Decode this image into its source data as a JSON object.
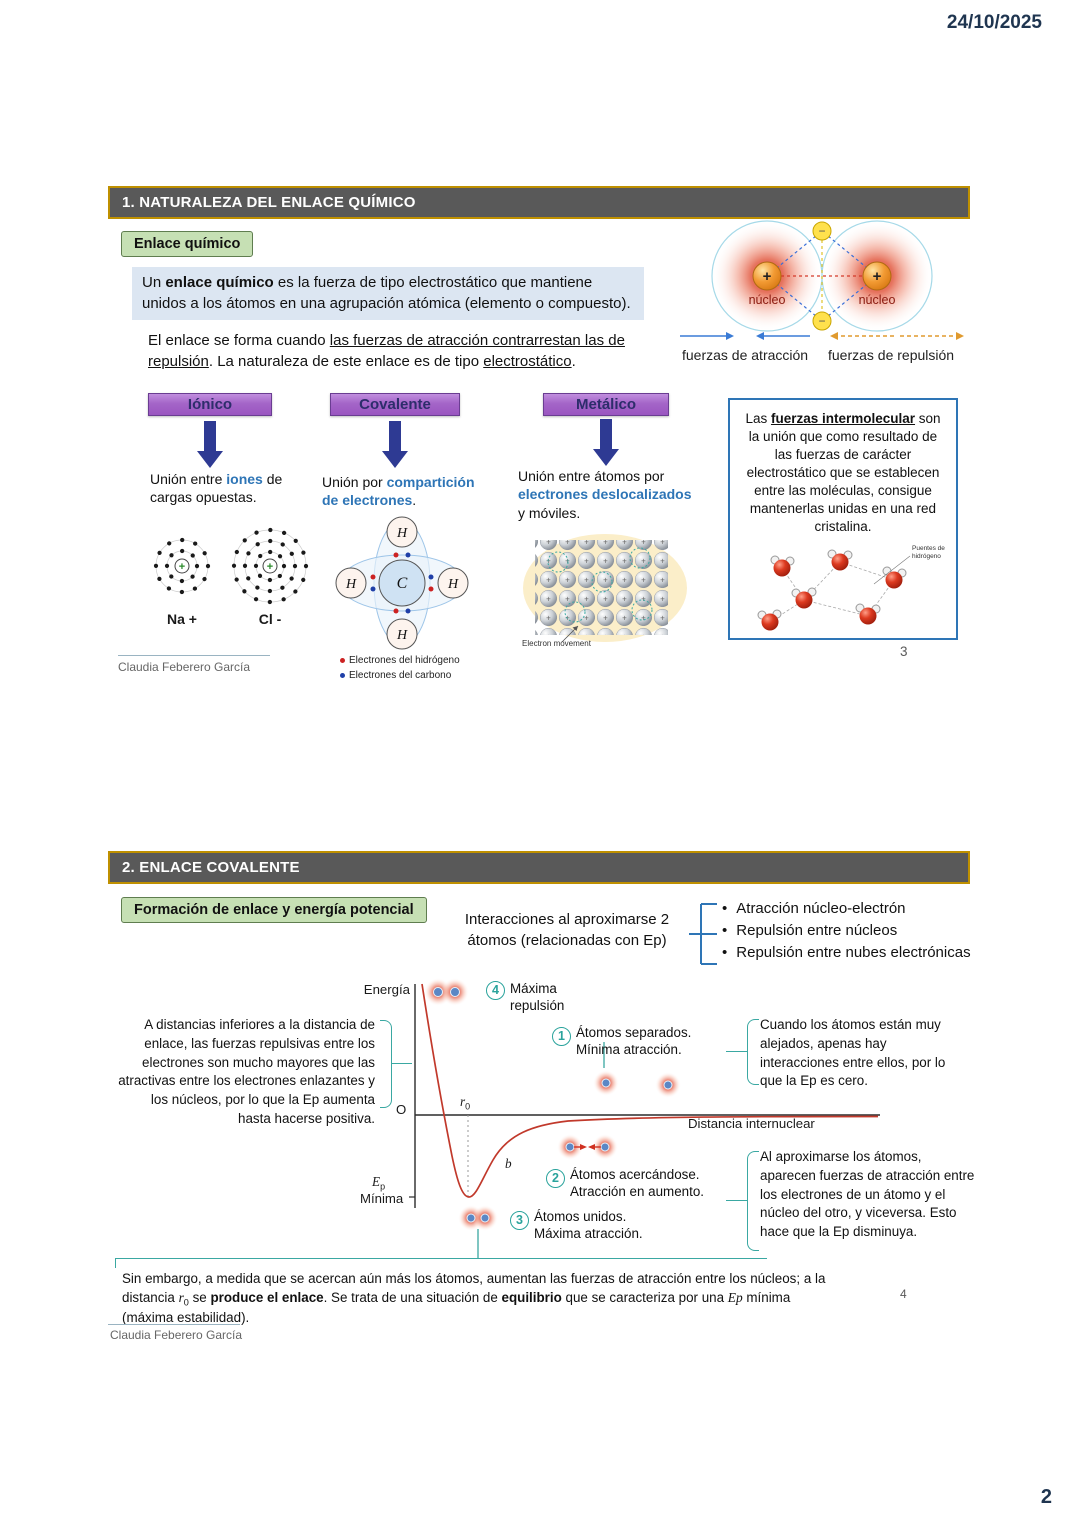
{
  "page": {
    "date": "24/10/2025",
    "page_number": "2"
  },
  "slide1": {
    "header": "1. NATURALEZA DEL ENLACE QUÍMICO",
    "tag": "Enlace químico",
    "slide_number": "3",
    "author": "Claudia Feberero García",
    "definition": {
      "pre": "Un ",
      "bold": "enlace químico",
      "post": " es la fuerza de tipo electrostático que mantiene unidos a los átomos en una agrupación atómica (elemento o compuesto)."
    },
    "formation": {
      "pre": "El enlace se forma cuando ",
      "underlined1": "las fuerzas de atracción contrarrestan las de repulsión",
      "mid": ". La naturaleza de este enlace es de tipo ",
      "underlined2": "electrostático",
      "end": "."
    },
    "nuclei_diagram": {
      "nucleus_left": "núcleo",
      "nucleus_right": "núcleo",
      "plus": "+",
      "minus": "−",
      "attraction_label": "fuerzas de atracción",
      "repulsion_label": "fuerzas de repulsión"
    },
    "bond_types": {
      "ionic": {
        "title": "Iónico",
        "desc_pre": "Unión entre ",
        "desc_highlight": "iones",
        "desc_post": " de cargas opuestas.",
        "label_na": "Na +",
        "label_cl": "Cl -"
      },
      "covalent": {
        "title": "Covalente",
        "desc_pre": "Unión por ",
        "desc_highlight": "compartición de electrones",
        "desc_post": ".",
        "atom_c": "C",
        "atom_h": "H",
        "legend_h": "Electrones del hidrógeno",
        "legend_c": "Electrones del carbono"
      },
      "metallic": {
        "title": "Metálico",
        "desc_pre": "Unión entre átomos por ",
        "desc_highlight": "electrones deslocalizados",
        "desc_post": " y móviles.",
        "electron_label": "Electron movement"
      }
    },
    "intermolecular": {
      "pre": "Las ",
      "bold_underlined": "fuerzas intermolecular",
      "post": " son la unión que como resultado de las fuerzas de carácter electrostático que se establecen entre las moléculas, consigue mantenerlas unidas en una red cristalina.",
      "hydrogen_label_1": "Puentes de",
      "hydrogen_label_2": "hidrógeno"
    }
  },
  "slide2": {
    "header": "2. ENLACE COVALENTE",
    "tag": "Formación de enlace y energía potencial",
    "slide_number": "4",
    "author": "Claudia Feberero García",
    "intro": "Interacciones al aproximarse 2 átomos (relacionadas con Ep)",
    "bullets": [
      "Atracción núcleo-electrón",
      "Repulsión entre núcleos",
      "Repulsión entre nubes electrónicas"
    ],
    "graph": {
      "y_axis_label": "Energía",
      "origin": "O",
      "r_label": "r",
      "r_sub": "0",
      "b_label": "b",
      "ep_label": "E",
      "ep_sub": "p",
      "ep_min": "Mínima",
      "x_axis_label": "Distancia internuclear"
    },
    "annotations": {
      "n4": {
        "num": "4",
        "text": "Máxima repulsión"
      },
      "n1": {
        "num": "1",
        "line1": "Átomos separados.",
        "line2": "Mínima atracción."
      },
      "n2": {
        "num": "2",
        "line1": "Átomos acercándose.",
        "line2": "Atracción en aumento."
      },
      "n3": {
        "num": "3",
        "line1": "Átomos unidos.",
        "line2": "Máxima atracción."
      }
    },
    "notes": {
      "left": "A distancias inferiores a la distancia de enlace, las fuerzas repulsivas entre los electrones son mucho mayores que las atractivas entre los electrones enlazantes y los núcleos, por lo que la Ep aumenta hasta hacerse positiva.",
      "right1": "Cuando los átomos están muy alejados, apenas hay interacciones entre ellos, por lo que la Ep es cero.",
      "right2": "Al aproximarse los átomos, aparecen fuerzas de atracción entre los electrones de un átomo y el núcleo del otro, y viceversa. Esto hace que la Ep disminuya.",
      "bottom": {
        "pre": "Sin embargo, a medida que se acercan aún más los átomos, aumentan las fuerzas de atracción entre los núcleos; a la distancia ",
        "r": "r",
        "r_sub": "0",
        "mid1": " se ",
        "bold1": "produce el enlace",
        "mid2": ". Se trata de una situación de ",
        "bold2": "equilibrio",
        "mid3": " que se caracteriza por una ",
        "ep": "Ep",
        "post": " mínima (máxima estabilidad)."
      }
    }
  }
}
